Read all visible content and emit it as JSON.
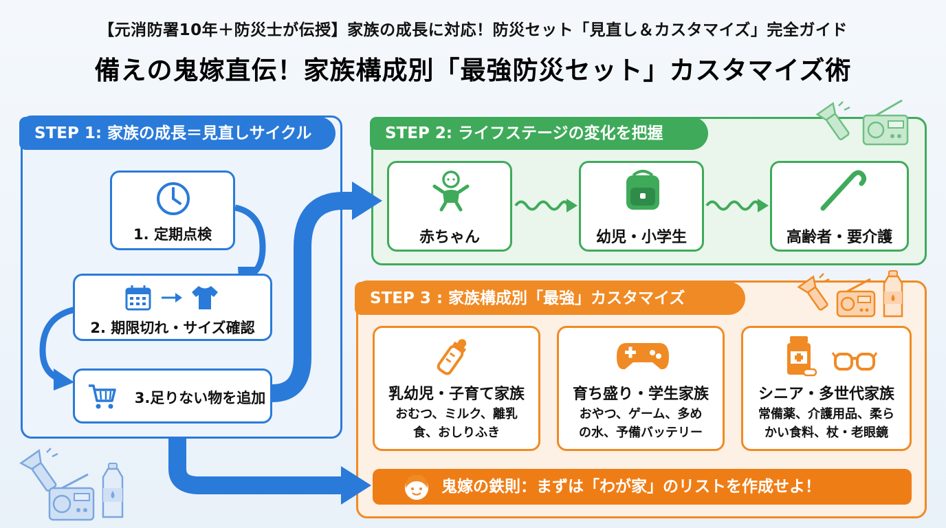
{
  "header": {
    "subtitle": "【元消防署10年＋防災士が伝授】家族の成長に対応！防災セット「見直し＆カスタマイズ」完全ガイド",
    "title": "備えの鬼嫁直伝！家族構成別「最強防災セット」カスタマイズ術"
  },
  "step1": {
    "label": "STEP 1: 家族の成長＝見直しサイクル",
    "items": [
      {
        "label": "1. 定期点検",
        "icon": "clock-icon"
      },
      {
        "label": "2. 期限切れ・サイズ確認",
        "icon": "calendar-to-shirt-icon"
      },
      {
        "label": "3.足りない物を追加",
        "icon": "cart-icon"
      }
    ]
  },
  "step2": {
    "label": "STEP 2: ライフステージの変化を把握",
    "stages": [
      {
        "label": "赤ちゃん",
        "icon": "baby-icon"
      },
      {
        "label": "幼児・小学生",
        "icon": "school-backpack-icon"
      },
      {
        "label": "高齢者・要介護",
        "icon": "cane-icon"
      }
    ]
  },
  "step3": {
    "label": "STEP 3 : 家族構成別「最強」カスタマイズ",
    "cards": [
      {
        "title": "乳幼児・子育て家族",
        "line1": "おむつ、ミルク、離乳",
        "line2": "食、おしりふき",
        "icon": "baby-bottle-icon"
      },
      {
        "title": "育ち盛り・学生家族",
        "line1": "おやつ、ゲーム、多め",
        "line2": "の水、予備バッテリー",
        "icon": "game-controller-icon"
      },
      {
        "title": "シニア・多世代家族",
        "line1": "常備薬、介護用品、柔ら",
        "line2": "かい食料、杖・老眼鏡",
        "icon": "medicine-glasses-icon"
      }
    ]
  },
  "rule": {
    "text": "鬼嫁の鉄則：まずは「わが家」のリストを作成せよ！",
    "icon": "woman-face-icon"
  },
  "colors": {
    "blue": "#2a7ad9",
    "green": "#3faa5a",
    "orange": "#f08a24"
  }
}
